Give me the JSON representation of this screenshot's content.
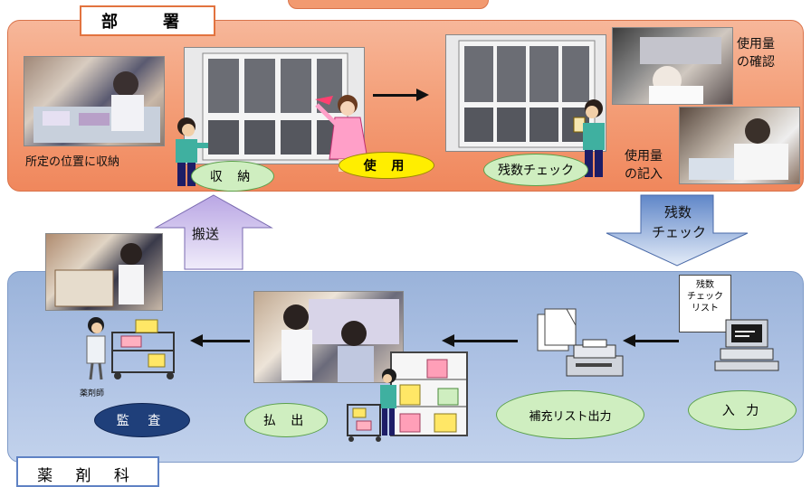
{
  "department": {
    "label": "部　署",
    "caption_store": "所定の位置に収納",
    "action_store": "収 納",
    "action_use": "使 用",
    "action_check": "残数チェック",
    "usage_confirm": [
      "使用量",
      "の確認"
    ],
    "usage_record": [
      "使用量",
      "の記入"
    ]
  },
  "transfer": {
    "transport": "搬送",
    "remaining_check": [
      "残数",
      "チェック"
    ]
  },
  "pharmacy": {
    "label": "薬 剤 科",
    "pharmacist": "薬剤師",
    "audit": "監 査",
    "dispense": "払 出",
    "refill_list_output": "補充リスト出力",
    "input": "入 力",
    "check_list": [
      "残数",
      "チェック",
      "リスト"
    ]
  },
  "colors": {
    "department_panel": "#f4a07a",
    "pharmacy_panel": "#aec2e4",
    "process_oval": "#cfeec0",
    "use_oval": "#ffee00",
    "audit_oval": "#1f3f7a"
  }
}
